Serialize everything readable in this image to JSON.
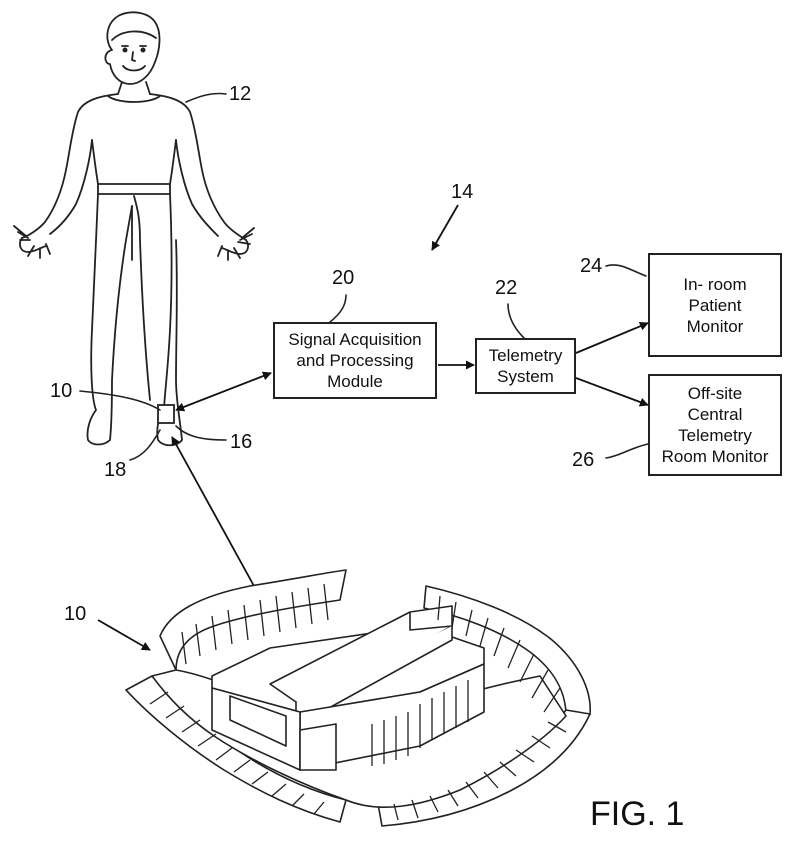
{
  "boxes": {
    "signal": "Signal Acquisition\nand Processing\nModule",
    "telemetry": "Telemetry\nSystem",
    "inroom": "In- room\nPatient\nMonitor",
    "offsite": "Off-site\nCentral\nTelemetry\nRoom Monitor"
  },
  "refs": {
    "r12": "12",
    "r14": "14",
    "r20": "20",
    "r22": "22",
    "r24": "24",
    "r26": "26",
    "r10_top": "10",
    "r16": "16",
    "r18": "18",
    "r10_bottom": "10"
  },
  "caption": "FIG. 1"
}
